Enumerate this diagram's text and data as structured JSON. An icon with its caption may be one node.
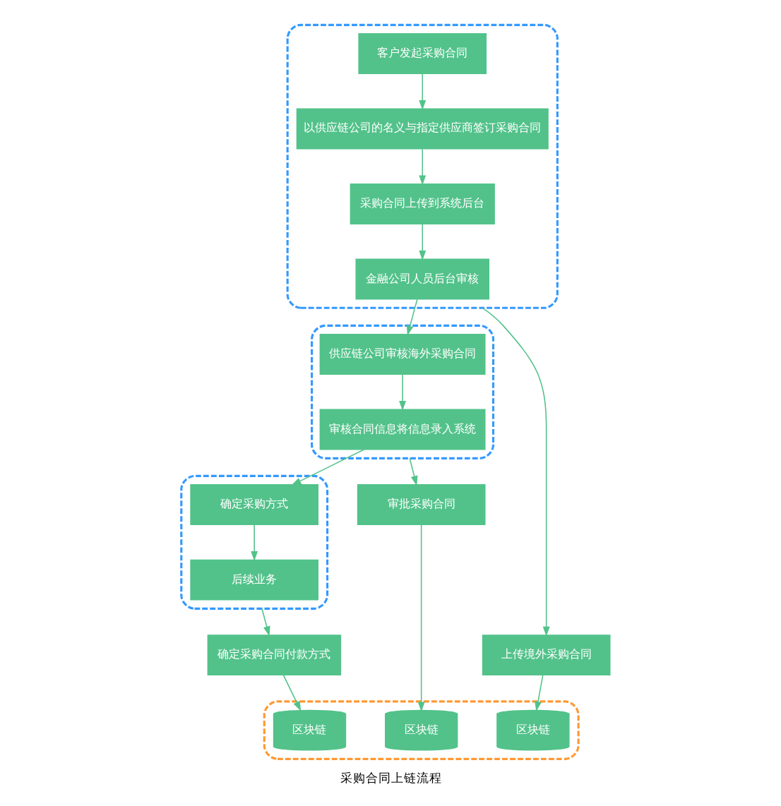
{
  "diagram": {
    "caption": "采购合同上链流程",
    "nodes": [
      {
        "text": [],
        "shape": "box"
      },
      {
        "text": [
          "客户发起采购合同"
        ],
        "in": 0
      },
      {
        "text": [
          "以供应链公司的名义与指定供应商签订采购合同"
        ],
        "in": 0
      },
      {
        "text": [
          "采购合同上传到系统后台"
        ],
        "in": 0
      },
      {
        "text": [
          "金融公司人员后台审核"
        ],
        "in": 0
      },
      {
        "text": [],
        "shape": "box"
      },
      {
        "text": [
          "供应链公司审核海外采购合同"
        ],
        "in": 5
      },
      {
        "text": [
          "审核合同信息将信息录入系统"
        ],
        "in": 5
      },
      {
        "text": [],
        "shape": "box"
      },
      {
        "text": [
          "确定采购方式"
        ],
        "in": 8
      },
      {
        "text": [
          "后续业务"
        ],
        "in": 8
      },
      {
        "text": [
          "上传境外采购合同"
        ]
      },
      {
        "text": [
          "审批采购合同"
        ]
      },
      {
        "text": [
          "确定采购合同付款方式"
        ]
      },
      {
        "text": [],
        "shape": "box"
      },
      {
        "text": [
          "区块链"
        ],
        "in": 14
      },
      {
        "text": [
          "区块链"
        ],
        "in": 14
      },
      {
        "text": [
          "区块链"
        ],
        "in": 14
      }
    ],
    "edges": [
      {
        "from": 1,
        "to": 2,
        "arrow": "to"
      },
      {
        "from": 2,
        "to": 3,
        "arrow": "to"
      },
      {
        "from": 3,
        "to": 4,
        "arrow": "to"
      },
      {
        "from": 4,
        "to": 6,
        "arrow": "to"
      },
      {
        "from": 6,
        "to": 7,
        "arrow": "to"
      },
      {
        "from": 7,
        "to": 9,
        "arrow": "to"
      },
      {
        "from": 9,
        "to": 10,
        "arrow": "to"
      },
      {
        "from": 0,
        "to": 11,
        "arrow": "to"
      },
      {
        "from": 11,
        "to": 15,
        "arrow": "to"
      },
      {
        "from": 5,
        "to": 12,
        "arrow": "to"
      },
      {
        "from": 12,
        "to": 16,
        "arrow": "to"
      },
      {
        "from": 8,
        "to": 13,
        "arrow": "to"
      },
      {
        "from": 13,
        "to": 17,
        "arrow": "to"
      }
    ]
  }
}
